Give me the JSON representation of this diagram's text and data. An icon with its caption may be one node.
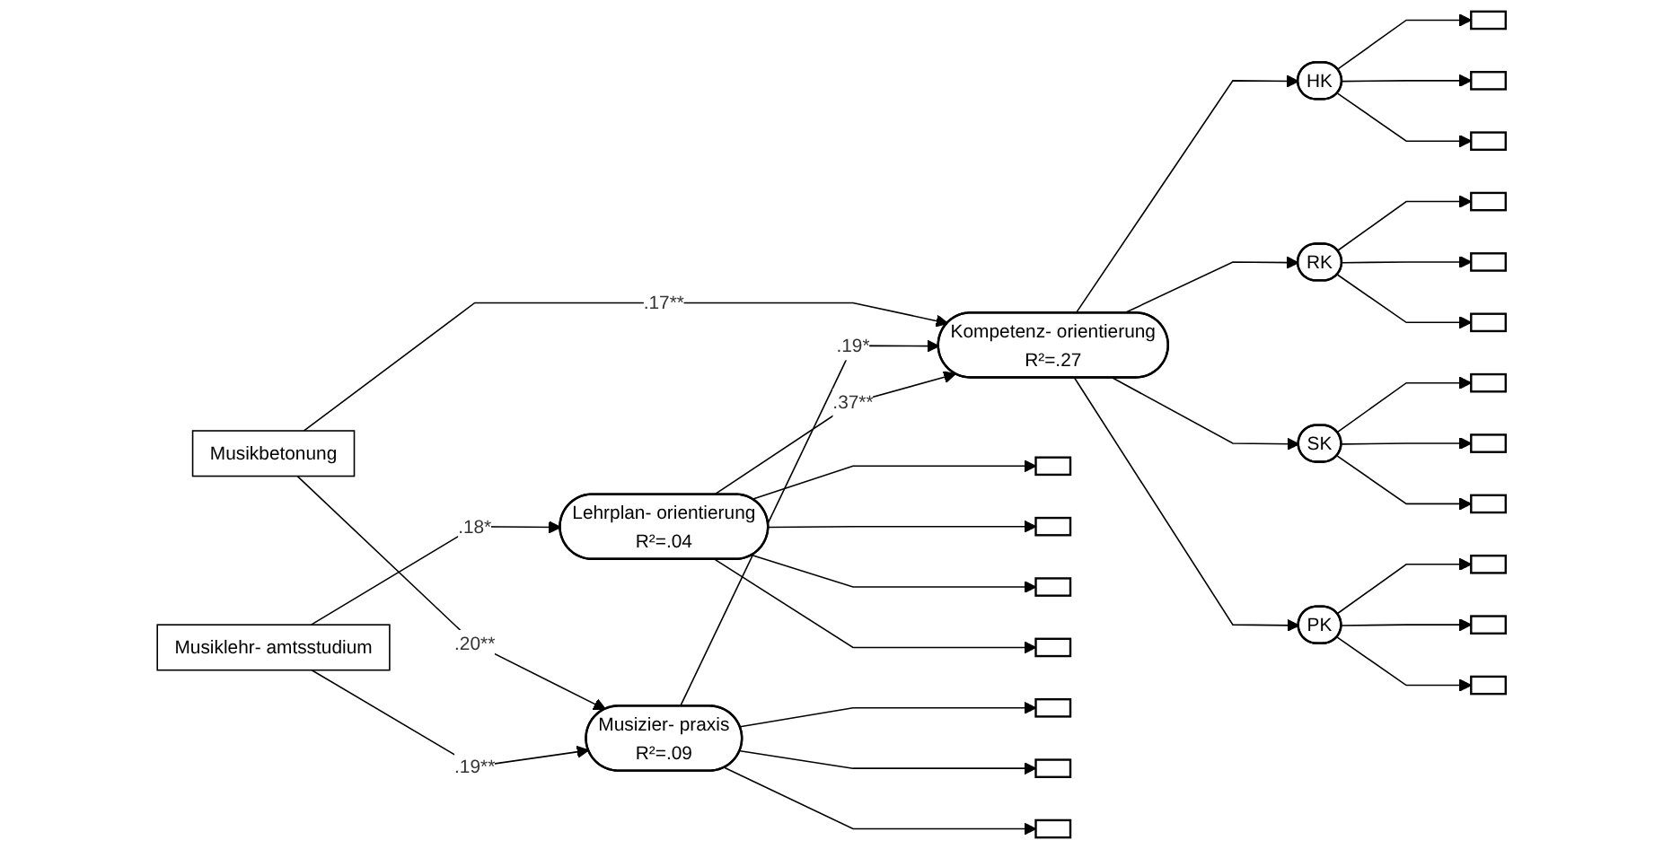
{
  "diagram": {
    "nodes": [
      {
        "text": [
          "Lehrplan- orientierung",
          "R²=.04"
        ]
      },
      {
        "text": [
          "Kompetenz- orientierung",
          "R²=.27"
        ]
      },
      {
        "text": [
          "HK"
        ]
      },
      {
        "text": [
          "RK"
        ]
      },
      {
        "text": [
          "SK"
        ]
      },
      {
        "text": [
          "PK"
        ]
      },
      {
        "text": [
          "Musizier- praxis",
          "R²=.09"
        ]
      },
      {
        "text": [
          "Musiklehr- amtsstudium"
        ]
      },
      {
        "text": [
          "Musikbetonung"
        ]
      },
      {
        "text": [],
        "shape": "box"
      },
      {
        "text": [],
        "shape": "box"
      },
      {
        "text": [],
        "shape": "box"
      },
      {
        "text": [],
        "shape": "box"
      },
      {
        "text": [],
        "shape": "box"
      },
      {
        "text": [],
        "shape": "box"
      },
      {
        "text": [],
        "shape": "box"
      },
      {
        "text": [],
        "shape": "box"
      },
      {
        "text": [],
        "shape": "box"
      },
      {
        "text": [],
        "shape": "box"
      },
      {
        "text": [],
        "shape": "box"
      },
      {
        "text": [],
        "shape": "box"
      },
      {
        "text": [],
        "shape": "box"
      },
      {
        "text": [],
        "shape": "box"
      },
      {
        "text": [],
        "shape": "box"
      },
      {
        "text": [],
        "shape": "box"
      },
      {
        "text": [],
        "shape": "box"
      },
      {
        "text": [],
        "shape": "box"
      },
      {
        "text": [],
        "shape": "box"
      }
    ],
    "edges": [
      {
        "from": 7,
        "to": 0,
        "arrow": "to",
        "label": ".18*"
      },
      {
        "from": 7,
        "to": 6,
        "arrow": "to",
        "label": ".19**"
      },
      {
        "from": 0,
        "to": 1,
        "arrow": "to",
        "label": ".37**"
      },
      {
        "from": 6,
        "to": 1,
        "arrow": "to",
        "label": ".19*"
      },
      {
        "from": 8,
        "to": 6,
        "arrow": "to",
        "label": ".20**"
      },
      {
        "from": 8,
        "to": 1,
        "arrow": "to",
        "label": ".17**"
      },
      {
        "from": 1,
        "to": 2,
        "arrow": "to"
      },
      {
        "from": 1,
        "to": 3,
        "arrow": "to"
      },
      {
        "from": 1,
        "to": 4,
        "arrow": "to"
      },
      {
        "from": 1,
        "to": 5,
        "arrow": "to"
      },
      {
        "from": 0,
        "to": 9,
        "arrow": "to"
      },
      {
        "from": 0,
        "to": 10,
        "arrow": "to"
      },
      {
        "from": 0,
        "to": 11,
        "arrow": "to"
      },
      {
        "from": 0,
        "to": 12,
        "arrow": "to"
      },
      {
        "from": 6,
        "to": 13,
        "arrow": "to"
      },
      {
        "from": 6,
        "to": 14,
        "arrow": "to"
      },
      {
        "from": 6,
        "to": 15,
        "arrow": "to"
      },
      {
        "from": 2,
        "to": 16,
        "arrow": "to"
      },
      {
        "from": 2,
        "to": 17,
        "arrow": "to"
      },
      {
        "from": 2,
        "to": 18,
        "arrow": "to"
      },
      {
        "from": 3,
        "to": 19,
        "arrow": "to"
      },
      {
        "from": 3,
        "to": 20,
        "arrow": "to"
      },
      {
        "from": 3,
        "to": 21,
        "arrow": "to"
      },
      {
        "from": 4,
        "to": 22,
        "arrow": "to"
      },
      {
        "from": 4,
        "to": 23,
        "arrow": "to"
      },
      {
        "from": 4,
        "to": 24,
        "arrow": "to"
      },
      {
        "from": 5,
        "to": 25,
        "arrow": "to"
      },
      {
        "from": 5,
        "to": 26,
        "arrow": "to"
      },
      {
        "from": 5,
        "to": 27,
        "arrow": "to"
      }
    ]
  }
}
